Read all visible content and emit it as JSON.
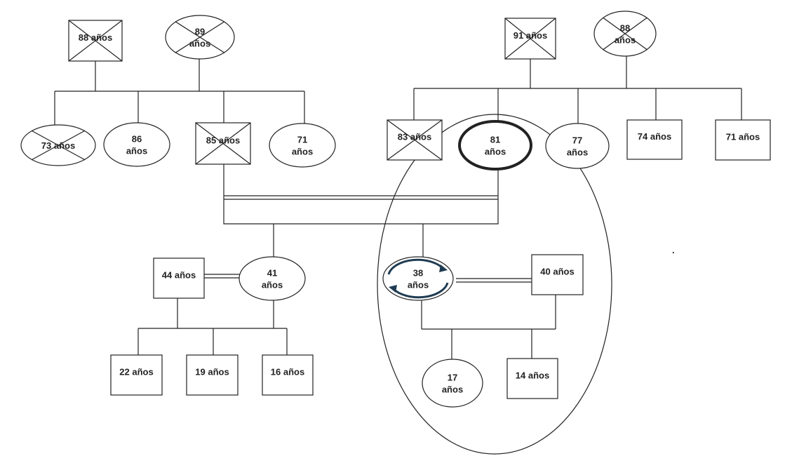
{
  "genogram": {
    "people": [
      {
        "id": "pgf",
        "shape": "square",
        "deceased": true,
        "lines": [
          "88 años"
        ]
      },
      {
        "id": "pgm",
        "shape": "circle",
        "deceased": true,
        "lines": [
          "89",
          "años"
        ]
      },
      {
        "id": "mgf",
        "shape": "square",
        "deceased": true,
        "lines": [
          "91 años"
        ]
      },
      {
        "id": "mgm",
        "shape": "circle",
        "deceased": true,
        "lines": [
          "88",
          "años"
        ]
      },
      {
        "id": "paunt1",
        "shape": "circle",
        "deceased": true,
        "lines": [
          "73 años"
        ]
      },
      {
        "id": "paunt2",
        "shape": "circle",
        "deceased": false,
        "lines": [
          "86",
          "años"
        ]
      },
      {
        "id": "father",
        "shape": "square",
        "deceased": true,
        "lines": [
          "85 años"
        ]
      },
      {
        "id": "paunt3",
        "shape": "circle",
        "deceased": false,
        "lines": [
          "71",
          "años"
        ]
      },
      {
        "id": "muncle1",
        "shape": "square",
        "deceased": true,
        "lines": [
          "83 años"
        ]
      },
      {
        "id": "mother",
        "shape": "circle",
        "deceased": false,
        "index": true,
        "lines": [
          "81",
          "años"
        ]
      },
      {
        "id": "maunt",
        "shape": "circle",
        "deceased": false,
        "lines": [
          "77",
          "años"
        ]
      },
      {
        "id": "muncle2",
        "shape": "square",
        "deceased": false,
        "lines": [
          "74 años"
        ]
      },
      {
        "id": "muncle3",
        "shape": "square",
        "deceased": false,
        "lines": [
          "71 años"
        ]
      },
      {
        "id": "bil",
        "shape": "square",
        "deceased": false,
        "lines": [
          "44 años"
        ]
      },
      {
        "id": "sister",
        "shape": "circle",
        "deceased": false,
        "lines": [
          "41",
          "años"
        ]
      },
      {
        "id": "client",
        "shape": "circle",
        "deceased": false,
        "cycle": true,
        "lines": [
          "38",
          "años"
        ]
      },
      {
        "id": "husband",
        "shape": "square",
        "deceased": false,
        "lines": [
          "40 años"
        ]
      },
      {
        "id": "nephew1",
        "shape": "square",
        "deceased": false,
        "lines": [
          "22 años"
        ]
      },
      {
        "id": "nephew2",
        "shape": "square",
        "deceased": false,
        "lines": [
          "19 años"
        ]
      },
      {
        "id": "nephew3",
        "shape": "square",
        "deceased": false,
        "lines": [
          "16 años"
        ]
      },
      {
        "id": "daughter",
        "shape": "circle",
        "deceased": false,
        "lines": [
          "17",
          "años"
        ]
      },
      {
        "id": "son",
        "shape": "square",
        "deceased": false,
        "lines": [
          "14 años"
        ]
      }
    ],
    "relations": [
      {
        "type": "marriage",
        "between": [
          "pgf",
          "pgm"
        ]
      },
      {
        "type": "marriage",
        "between": [
          "mgf",
          "mgm"
        ]
      },
      {
        "type": "marriage",
        "between": [
          "father",
          "mother"
        ]
      },
      {
        "type": "marriage",
        "between": [
          "bil",
          "sister"
        ]
      },
      {
        "type": "marriage",
        "between": [
          "client",
          "husband"
        ]
      }
    ],
    "stray_mark": "."
  }
}
